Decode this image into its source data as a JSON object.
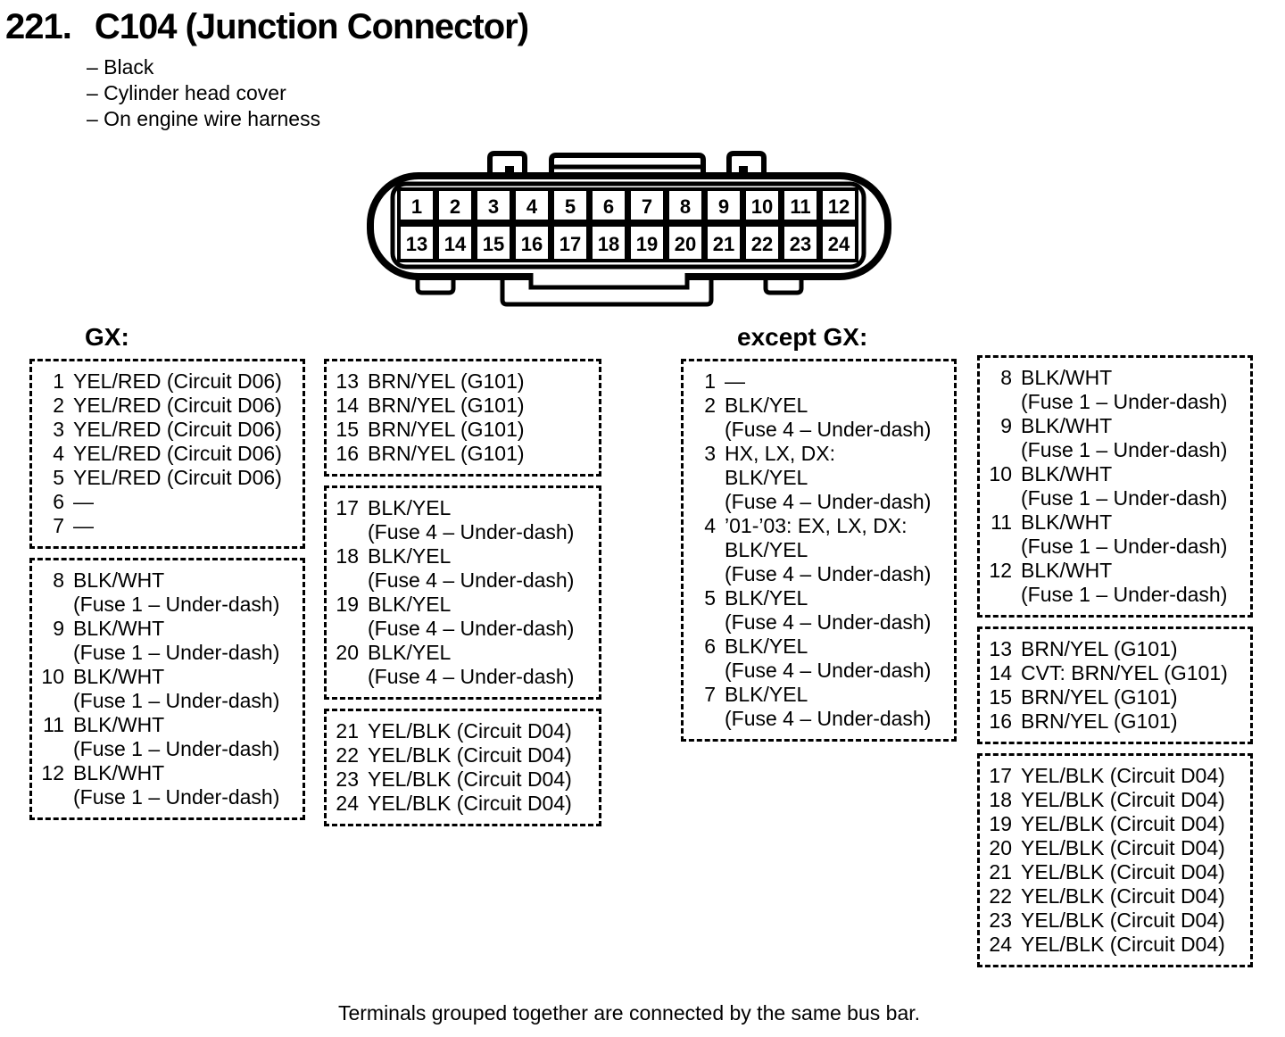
{
  "page": {
    "number": "221.",
    "title": "C104 (Junction Connector)",
    "notes": [
      "– Black",
      "– Cylinder head cover",
      "– On engine wire harness"
    ],
    "footer": "Terminals grouped together are connected by the same bus bar.",
    "ink_color": "#000000",
    "paper_color": "#ffffff"
  },
  "connector": {
    "description": "24-pin junction connector, two rows",
    "top_pins": [
      "1",
      "2",
      "3",
      "4",
      "5",
      "6",
      "7",
      "8",
      "9",
      "10",
      "11",
      "12"
    ],
    "bottom_pins": [
      "13",
      "14",
      "15",
      "16",
      "17",
      "18",
      "19",
      "20",
      "21",
      "22",
      "23",
      "24"
    ]
  },
  "sections": [
    {
      "label": "GX:",
      "columns": [
        {
          "boxes": [
            {
              "entries": [
                {
                  "pin": "1",
                  "lines": [
                    "YEL/RED (Circuit D06)"
                  ]
                },
                {
                  "pin": "2",
                  "lines": [
                    "YEL/RED (Circuit D06)"
                  ]
                },
                {
                  "pin": "3",
                  "lines": [
                    "YEL/RED (Circuit D06)"
                  ]
                },
                {
                  "pin": "4",
                  "lines": [
                    "YEL/RED (Circuit D06)"
                  ]
                },
                {
                  "pin": "5",
                  "lines": [
                    "YEL/RED (Circuit D06)"
                  ]
                },
                {
                  "pin": "6",
                  "lines": [
                    "—"
                  ]
                },
                {
                  "pin": "7",
                  "lines": [
                    "—"
                  ]
                }
              ]
            },
            {
              "entries": [
                {
                  "pin": "8",
                  "lines": [
                    "BLK/WHT",
                    "(Fuse 1 – Under-dash)"
                  ]
                },
                {
                  "pin": "9",
                  "lines": [
                    "BLK/WHT",
                    "(Fuse 1 – Under-dash)"
                  ]
                },
                {
                  "pin": "10",
                  "lines": [
                    "BLK/WHT",
                    "(Fuse 1 – Under-dash)"
                  ]
                },
                {
                  "pin": "11",
                  "lines": [
                    "BLK/WHT",
                    "(Fuse 1 – Under-dash)"
                  ]
                },
                {
                  "pin": "12",
                  "lines": [
                    "BLK/WHT",
                    "(Fuse 1 – Under-dash)"
                  ]
                }
              ]
            }
          ]
        },
        {
          "boxes": [
            {
              "entries": [
                {
                  "pin": "13",
                  "lines": [
                    "BRN/YEL (G101)"
                  ]
                },
                {
                  "pin": "14",
                  "lines": [
                    "BRN/YEL (G101)"
                  ]
                },
                {
                  "pin": "15",
                  "lines": [
                    "BRN/YEL (G101)"
                  ]
                },
                {
                  "pin": "16",
                  "lines": [
                    "BRN/YEL (G101)"
                  ]
                }
              ]
            },
            {
              "entries": [
                {
                  "pin": "17",
                  "lines": [
                    "BLK/YEL",
                    "(Fuse 4 – Under-dash)"
                  ]
                },
                {
                  "pin": "18",
                  "lines": [
                    "BLK/YEL",
                    "(Fuse 4 – Under-dash)"
                  ]
                },
                {
                  "pin": "19",
                  "lines": [
                    "BLK/YEL",
                    "(Fuse 4 – Under-dash)"
                  ]
                },
                {
                  "pin": "20",
                  "lines": [
                    "BLK/YEL",
                    "(Fuse 4 – Under-dash)"
                  ]
                }
              ]
            },
            {
              "entries": [
                {
                  "pin": "21",
                  "lines": [
                    "YEL/BLK (Circuit D04)"
                  ]
                },
                {
                  "pin": "22",
                  "lines": [
                    "YEL/BLK (Circuit D04)"
                  ]
                },
                {
                  "pin": "23",
                  "lines": [
                    "YEL/BLK (Circuit D04)"
                  ]
                },
                {
                  "pin": "24",
                  "lines": [
                    "YEL/BLK (Circuit D04)"
                  ]
                }
              ]
            }
          ]
        }
      ]
    },
    {
      "label": "except GX:",
      "columns": [
        {
          "boxes": [
            {
              "entries": [
                {
                  "pin": "1",
                  "lines": [
                    "—"
                  ]
                },
                {
                  "pin": "2",
                  "lines": [
                    "BLK/YEL",
                    "(Fuse 4 – Under-dash)"
                  ]
                },
                {
                  "pin": "3",
                  "lines": [
                    "HX, LX, DX:",
                    "BLK/YEL",
                    "(Fuse 4 – Under-dash)"
                  ]
                },
                {
                  "pin": "4",
                  "lines": [
                    "’01-’03: EX, LX, DX:",
                    "BLK/YEL",
                    "(Fuse 4 – Under-dash)"
                  ]
                },
                {
                  "pin": "5",
                  "lines": [
                    "BLK/YEL",
                    "(Fuse 4 – Under-dash)"
                  ]
                },
                {
                  "pin": "6",
                  "lines": [
                    "BLK/YEL",
                    "(Fuse 4 – Under-dash)"
                  ]
                },
                {
                  "pin": "7",
                  "lines": [
                    "BLK/YEL",
                    "(Fuse 4 – Under-dash)"
                  ]
                }
              ]
            }
          ]
        },
        {
          "boxes": [
            {
              "entries": [
                {
                  "pin": "8",
                  "lines": [
                    "BLK/WHT",
                    "(Fuse 1 – Under-dash)"
                  ]
                },
                {
                  "pin": "9",
                  "lines": [
                    "BLK/WHT",
                    "(Fuse 1 – Under-dash)"
                  ]
                },
                {
                  "pin": "10",
                  "lines": [
                    "BLK/WHT",
                    "(Fuse 1 – Under-dash)"
                  ]
                },
                {
                  "pin": "11",
                  "lines": [
                    "BLK/WHT",
                    "(Fuse 1 – Under-dash)"
                  ]
                },
                {
                  "pin": "12",
                  "lines": [
                    "BLK/WHT",
                    "(Fuse 1 – Under-dash)"
                  ]
                }
              ]
            },
            {
              "entries": [
                {
                  "pin": "13",
                  "lines": [
                    "BRN/YEL (G101)"
                  ]
                },
                {
                  "pin": "14",
                  "lines": [
                    "CVT: BRN/YEL (G101)"
                  ]
                },
                {
                  "pin": "15",
                  "lines": [
                    "BRN/YEL (G101)"
                  ]
                },
                {
                  "pin": "16",
                  "lines": [
                    "BRN/YEL (G101)"
                  ]
                }
              ]
            },
            {
              "entries": [
                {
                  "pin": "17",
                  "lines": [
                    "YEL/BLK (Circuit D04)"
                  ]
                },
                {
                  "pin": "18",
                  "lines": [
                    "YEL/BLK (Circuit D04)"
                  ]
                },
                {
                  "pin": "19",
                  "lines": [
                    "YEL/BLK (Circuit D04)"
                  ]
                },
                {
                  "pin": "20",
                  "lines": [
                    "YEL/BLK (Circuit D04)"
                  ]
                },
                {
                  "pin": "21",
                  "lines": [
                    "YEL/BLK (Circuit D04)"
                  ]
                },
                {
                  "pin": "22",
                  "lines": [
                    "YEL/BLK (Circuit D04)"
                  ]
                },
                {
                  "pin": "23",
                  "lines": [
                    "YEL/BLK (Circuit D04)"
                  ]
                },
                {
                  "pin": "24",
                  "lines": [
                    "YEL/BLK (Circuit D04)"
                  ]
                }
              ]
            }
          ]
        }
      ]
    }
  ]
}
